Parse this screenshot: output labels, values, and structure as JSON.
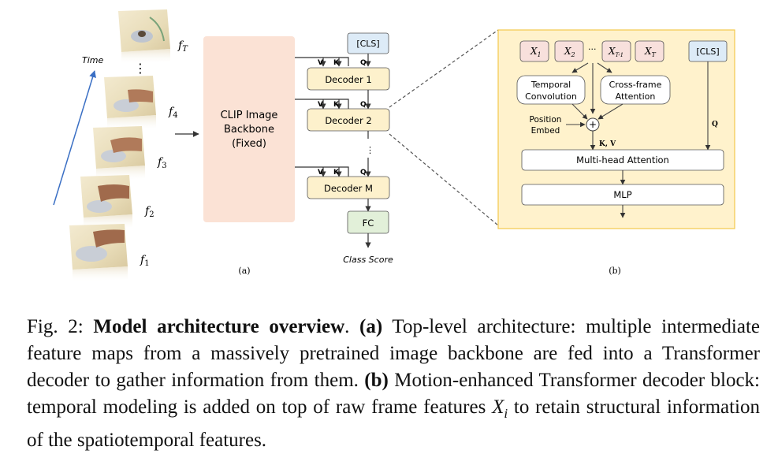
{
  "figure": {
    "panel_a": {
      "time_label": "Time",
      "frame_labels": [
        "f",
        "f",
        "f",
        "f",
        "f"
      ],
      "frame_subscripts": [
        "T",
        "4",
        "3",
        "2",
        "1"
      ],
      "backbone_lines": [
        "CLIP Image",
        "Backbone",
        "(Fixed)"
      ],
      "cls_token": "[CLS]",
      "decoders": [
        "Decoder 1",
        "Decoder 2",
        "Decoder M"
      ],
      "fc": "FC",
      "output_label": "Class Score",
      "vkq": [
        "V",
        "K",
        "Q"
      ],
      "ellipsis": "⋮",
      "panel_label": "(a)"
    },
    "panel_b": {
      "tokens": [
        {
          "base": "X",
          "sub": "1"
        },
        {
          "base": "X",
          "sub": "2"
        },
        {
          "base": "X",
          "sub": "T-1"
        },
        {
          "base": "X",
          "sub": "T"
        }
      ],
      "token_ellipsis": "···",
      "cls_token": "[CLS]",
      "temporal_conv": [
        "Temporal",
        "Convolution"
      ],
      "cross_frame": [
        "Cross-frame",
        "Attention"
      ],
      "position_embed": [
        "Position",
        "Embed"
      ],
      "plus": "+",
      "kv_label": "K, V",
      "q_label": "Q",
      "mha": "Multi-head Attention",
      "mlp": "MLP",
      "panel_label": "(b)"
    }
  },
  "caption": {
    "prefix": "Fig. 2:",
    "title": "Model architecture overview",
    "a_label": "(a)",
    "a_text": "Top-level architecture: multiple intermediate feature maps from a massively pretrained image backbone are fed into a Transformer decoder to gather information from them.",
    "b_label": "(b)",
    "b_text_1": "Motion-enhanced Transformer decoder block: temporal modeling is added on top of raw frame features",
    "b_var": "X",
    "b_var_sub": "i",
    "b_text_2": "to retain structural information of the spatiotemporal features."
  },
  "colors": {
    "backbone": "#fbe2d5",
    "decoder": "#fdf1cc",
    "cls": "#ddebf7",
    "fc": "#e2f0d9",
    "token": "#f8e0dc",
    "panel_b_bg": "#fff2cc",
    "panel_b_border": "#f2c94c"
  }
}
